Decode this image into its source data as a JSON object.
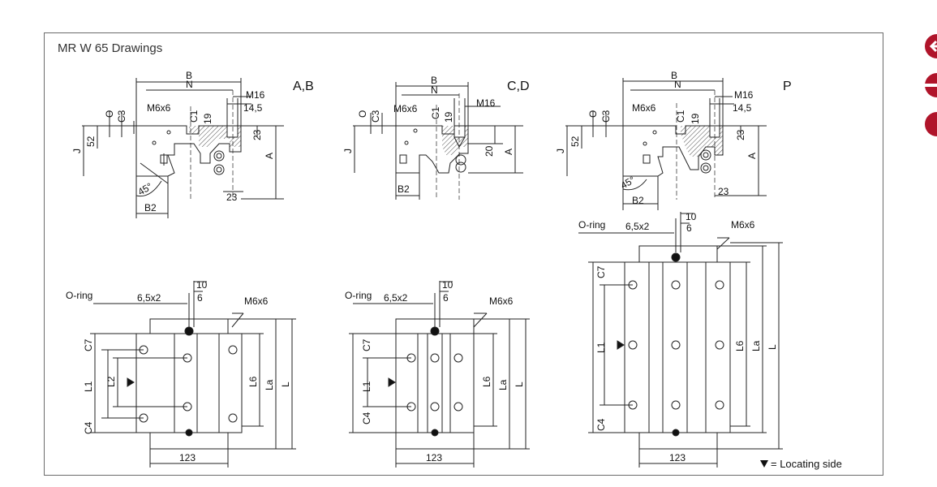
{
  "title": "MR W 65 Drawings",
  "accent_color": "#b0142a",
  "nav": [
    {
      "icon": "arrow-left-icon"
    },
    {
      "icon": "minus-icon"
    },
    {
      "icon": "circle-icon"
    }
  ],
  "views": {
    "ab": {
      "label": "A,B"
    },
    "cd": {
      "label": "C,D"
    },
    "p": {
      "label": "P"
    }
  },
  "dims": {
    "B": "B",
    "N": "N",
    "M16": "M16",
    "d145": "14,5",
    "O": "O",
    "C3": "C3",
    "M6x6": "M6x6",
    "C1": "C1",
    "d19": "19",
    "d23": "23",
    "d20": "20",
    "d52": "52",
    "J": "J",
    "A": "A",
    "B2": "B2",
    "deg45": "45°",
    "oring": "O-ring",
    "d65x2": "6,5x2",
    "d10": "10",
    "d6": "6",
    "C7": "C7",
    "L1": "L1",
    "L2": "L2",
    "C4": "C4",
    "L6": "L6",
    "La": "La",
    "L": "L",
    "d123": "123"
  },
  "legend": "= Locating side"
}
